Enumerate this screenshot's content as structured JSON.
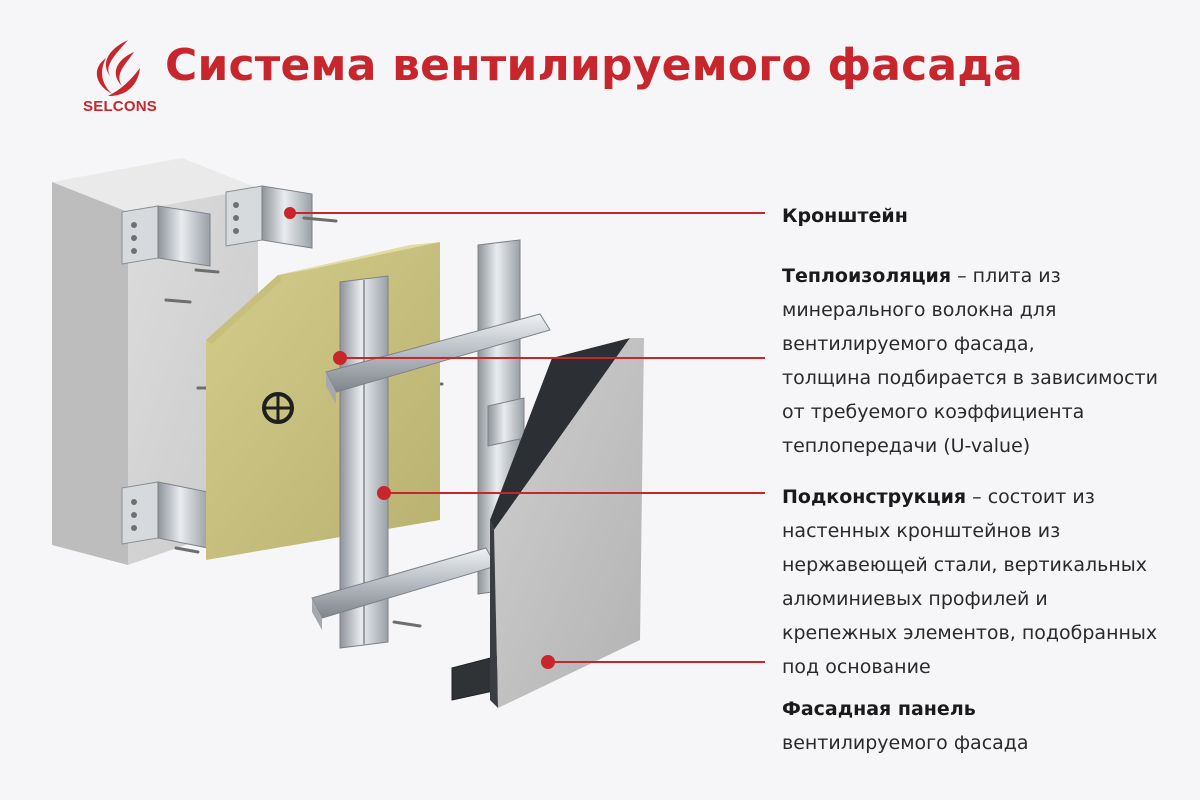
{
  "brand": {
    "name": "SELCONS",
    "accent_color": "#c8262d"
  },
  "title": "Система вентилируемого фасада",
  "callouts": [
    {
      "heading": "Кронштейн",
      "tail": "",
      "lines": []
    },
    {
      "heading": "Теплоизоляция",
      "tail": " – плита из",
      "lines": [
        "минерального волокна для",
        "вентилируемого фасада,",
        "толщина подбирается в зависимости",
        "от требуемого коэффициента",
        "теплопередачи (U-value)"
      ]
    },
    {
      "heading": "Подконструкция",
      "tail": " – состоит из",
      "lines": [
        "настенных кронштейнов из",
        "нержавеющей стали, вертикальных",
        "алюминиевых профилей и",
        "крепежных элементов, подобранных",
        "под основание"
      ]
    },
    {
      "heading": "Фасадная панель",
      "tail": "",
      "lines": [
        "вентилируемого фасада"
      ]
    }
  ],
  "leader_color": "#c8262d",
  "icons": [
    "selcons-flame-logo",
    "wall-block",
    "bracket",
    "insulation-slab",
    "dowel",
    "aluminium-profile",
    "facade-panel"
  ]
}
